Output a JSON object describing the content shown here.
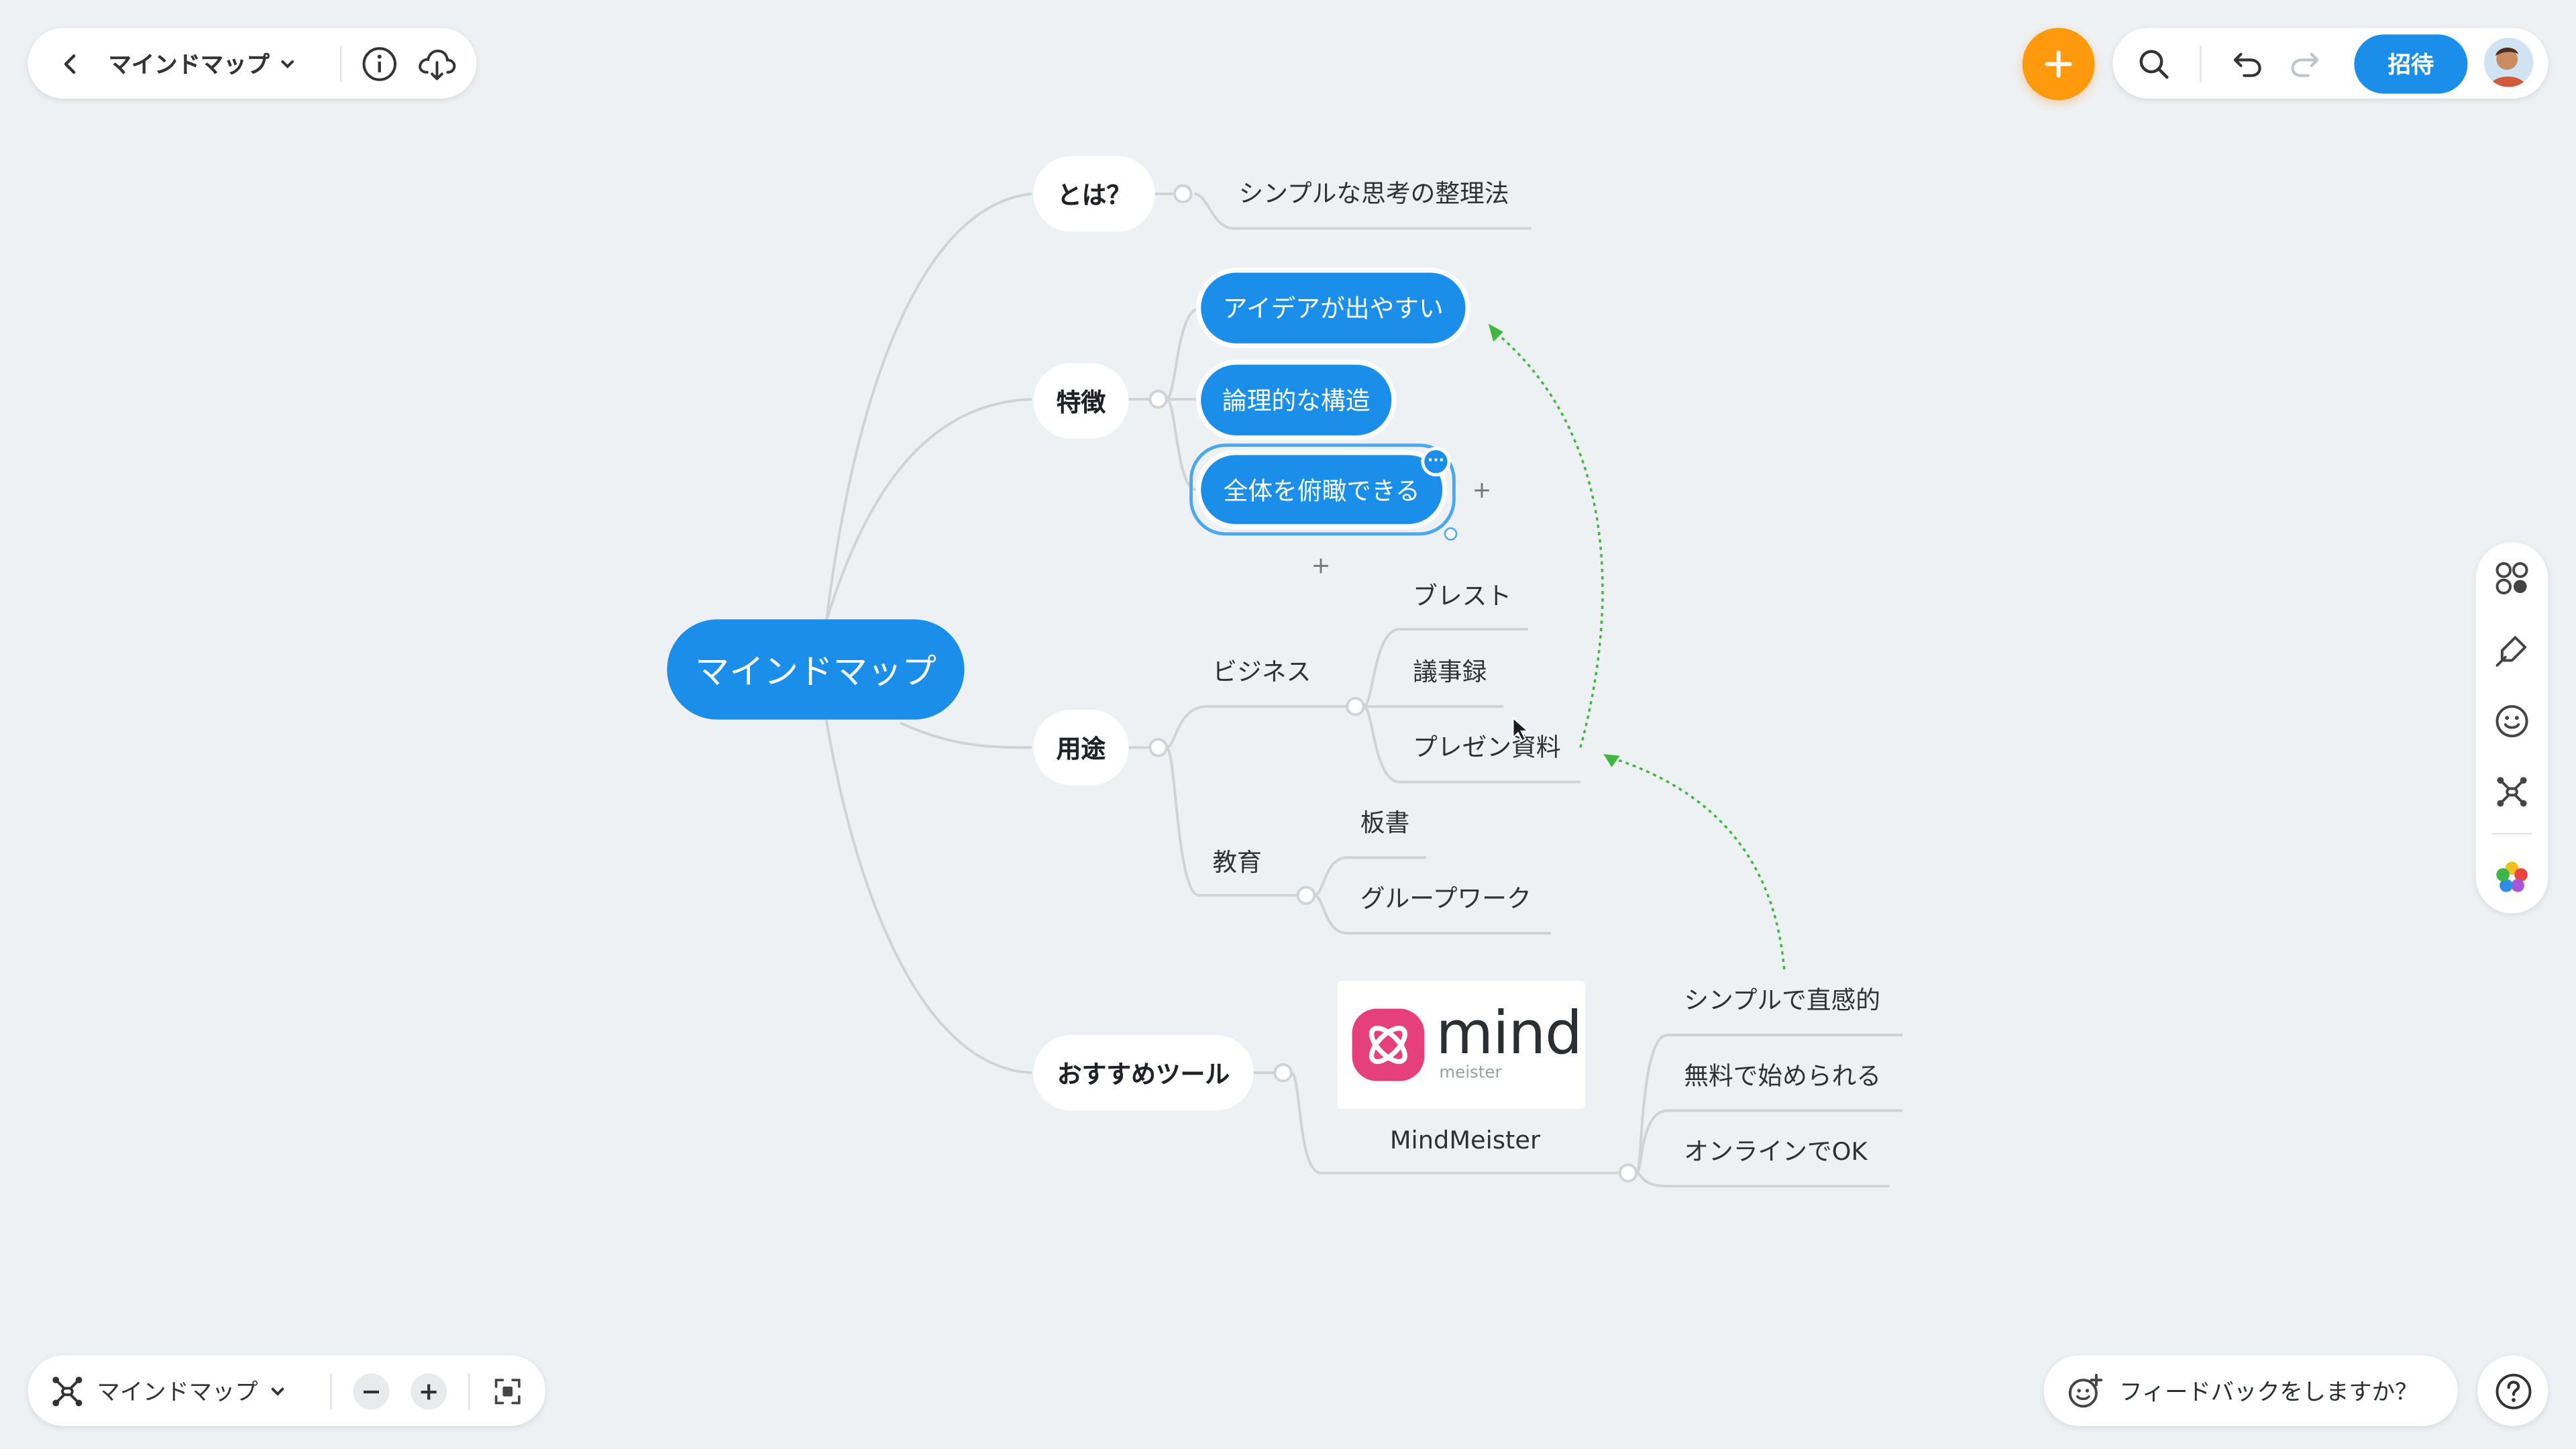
{
  "app": {
    "title": "マインドマップ"
  },
  "toolbar": {
    "back_icon": "chevron-left-icon",
    "map_name": "マインドマップ",
    "info_icon": "info-icon",
    "download_icon": "cloud-download-icon",
    "add_icon": "plus-icon",
    "search_icon": "search-icon",
    "undo_icon": "undo-icon",
    "redo_icon": "redo-icon",
    "invite_label": "招待",
    "avatar_icon": "avatar"
  },
  "map": {
    "root": "マインドマップ",
    "branches": {
      "what": {
        "label": "とは？",
        "children": [
          "シンプルな思考の整理法"
        ]
      },
      "features": {
        "label": "特徴",
        "children": [
          "アイデアが出やすい",
          "論理的な構造",
          "全体を俯瞰できる"
        ]
      },
      "uses": {
        "label": "用途",
        "business": {
          "label": "ビジネス",
          "children": [
            "ブレスト",
            "議事録",
            "プレゼン資料"
          ]
        },
        "education": {
          "label": "教育",
          "children": [
            "板書",
            "グループワーク"
          ]
        }
      },
      "tools": {
        "label": "おすすめツール",
        "tool": {
          "logo_text": "mind",
          "logo_sub": "meister",
          "caption": "MindMeister",
          "children": [
            "シンプルで直感的",
            "無料で始められる",
            "オンラインでOK"
          ]
        }
      }
    },
    "plus_label": "+",
    "more_label": "···"
  },
  "colors": {
    "background": "#eef1f4",
    "accent_blue": "#1a8ee8",
    "accent_orange": "#ff9a0e",
    "connector_green": "#3fb83f",
    "logo_pink": "#e6407a",
    "line_gray": "#cfd3d6"
  },
  "sidebar": {
    "items": [
      "layout-icon",
      "style-icon",
      "emoji-icon",
      "map-structure-icon",
      "color-palette-icon"
    ]
  },
  "bottom": {
    "view_icon": "mindmap-layout-icon",
    "view_label": "マインドマップ",
    "zoom_out_label": "−",
    "zoom_in_label": "+",
    "fit_icon": "fit-screen-icon",
    "feedback_label": "フィードバックをしますか？",
    "help_icon": "help-icon"
  }
}
